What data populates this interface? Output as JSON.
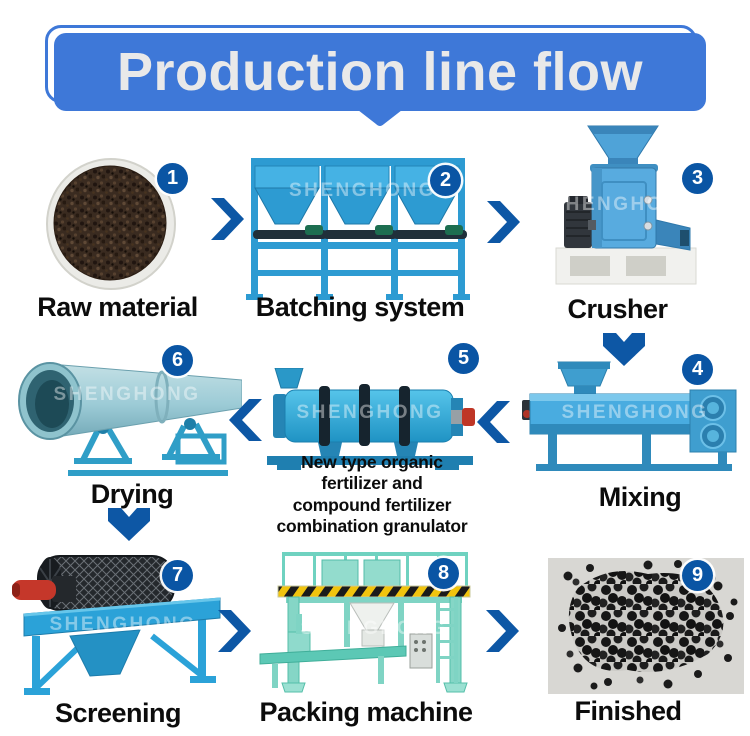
{
  "title": {
    "text": "Production line flow"
  },
  "watermark": "SHENGHONG",
  "colors": {
    "banner_blue": "#3e78d8",
    "arrow_blue": "#0d57a5",
    "badge_blue": "#0a55a4",
    "label_black": "#0c0c0c"
  },
  "flow": {
    "sequence": [
      "1",
      "2",
      "3",
      "4",
      "5",
      "6",
      "7",
      "8",
      "9"
    ]
  },
  "steps": [
    {
      "num": "1",
      "label": "Raw material"
    },
    {
      "num": "2",
      "label": "Batching system"
    },
    {
      "num": "3",
      "label": "Crusher"
    },
    {
      "num": "4",
      "label": "Mixing"
    },
    {
      "num": "5",
      "label": "New type organic fertilizer and compound fertilizer combination granulator",
      "label_lines": [
        "New type organic",
        "fertilizer and",
        "compound fertilizer",
        "combination granulator"
      ]
    },
    {
      "num": "6",
      "label": "Drying"
    },
    {
      "num": "7",
      "label": "Screening"
    },
    {
      "num": "8",
      "label": "Packing machine"
    },
    {
      "num": "9",
      "label": "Finished"
    }
  ]
}
